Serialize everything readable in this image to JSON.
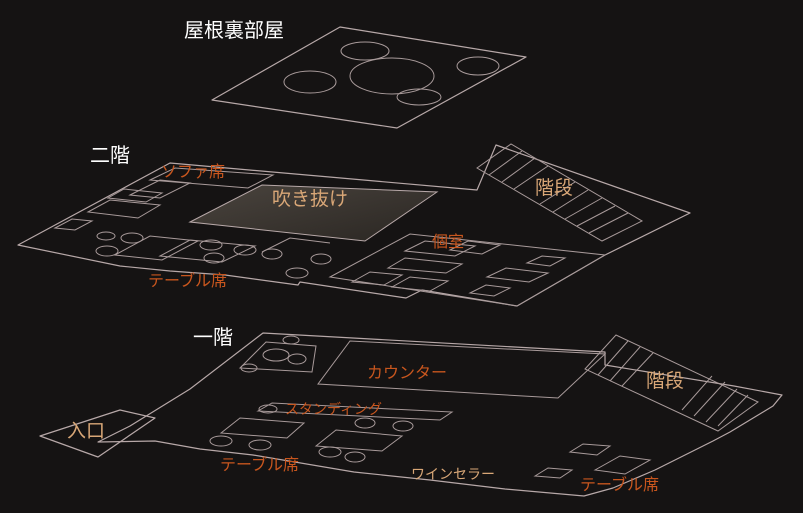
{
  "colors": {
    "background": "#151313",
    "outline": "#b7a8a8",
    "floor_label": "#ffffff",
    "area_label": "#c8561e",
    "feature_label": "#d9a777",
    "void_fill": "#3a3530"
  },
  "floors": {
    "attic": "屋根裏部屋",
    "second": "二階",
    "first": "一階"
  },
  "labels": {
    "sofa_seats": "ソファ席",
    "atrium": "吹き抜け",
    "stairs_2f": "階段",
    "private_room": "個室",
    "table_seats_2f": "テーブル席",
    "counter": "カウンター",
    "stairs_1f": "階段",
    "standing": "スタンディング",
    "entrance": "入口",
    "table_seats_1f_left": "テーブル席",
    "wine_cellar": "ワインセラー",
    "table_seats_1f_right": "テーブル席"
  }
}
